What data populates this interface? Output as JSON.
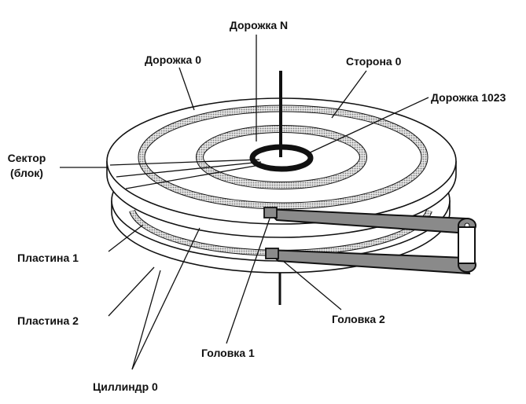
{
  "labels": {
    "track_n": "Дорожка N",
    "track_0": "Дорожка 0",
    "side_0": "Сторона 0",
    "track_1023": "Дорожка 1023",
    "sector_line1": "Сектор",
    "sector_line2": "(блок)",
    "platter_1": "Пластина 1",
    "platter_2": "Пластина 2",
    "head_1": "Головка 1",
    "head_2": "Головка 2",
    "cylinder_0": "Циллиндр 0"
  },
  "icons": {
    "diagram": "hard-disk-platters-heads-icon"
  },
  "colors": {
    "ink": "#111111",
    "dotted_fill": "#bdbdbd",
    "arm_fill": "#8a8a8a",
    "background": "#ffffff"
  }
}
